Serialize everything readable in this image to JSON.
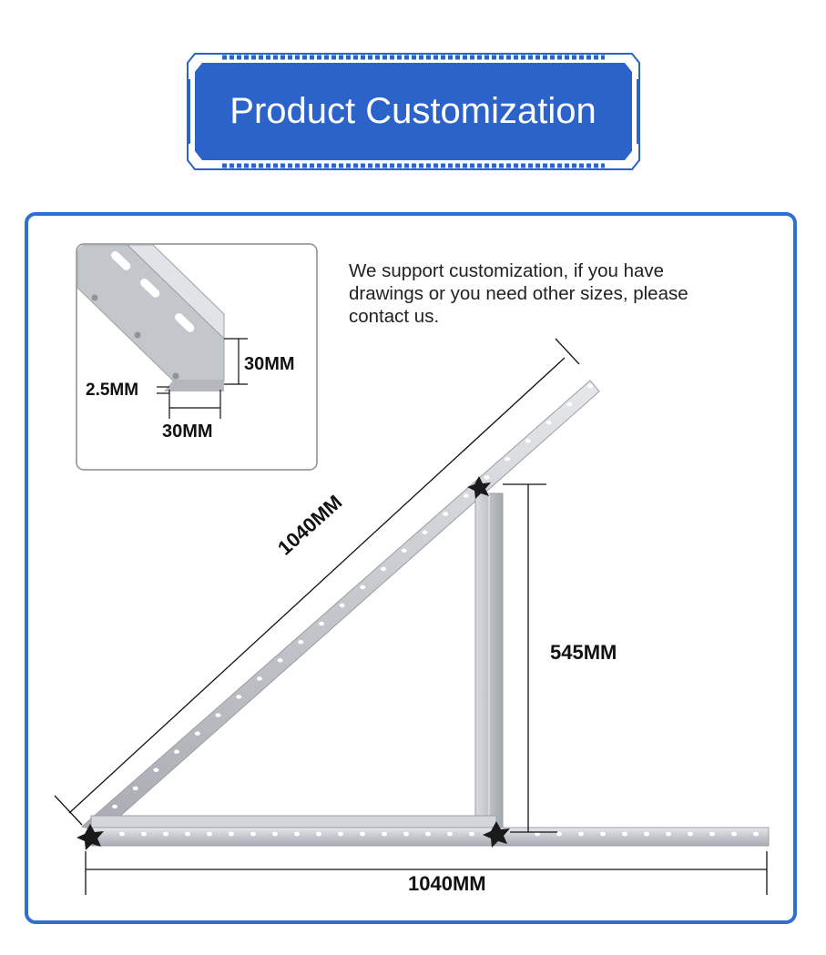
{
  "banner": {
    "title": "Product Customization",
    "colors": {
      "fill": "#2b63c9",
      "border": "#2b63c9",
      "text": "#ffffff"
    }
  },
  "description": {
    "lines": [
      "We support customization, if you have",
      "drawings or you need other sizes, please",
      "contact us."
    ]
  },
  "inset": {
    "dims": {
      "height": "30MM",
      "thickness": "2.5MM",
      "width": "30MM"
    }
  },
  "dimensions": {
    "diagonal": "1040MM",
    "vertical": "545MM",
    "base": "1040MM"
  },
  "colors": {
    "panel_border": "#2f6fd0",
    "aluminum": "#c9ccd0",
    "knob": "#1a1a1a"
  }
}
